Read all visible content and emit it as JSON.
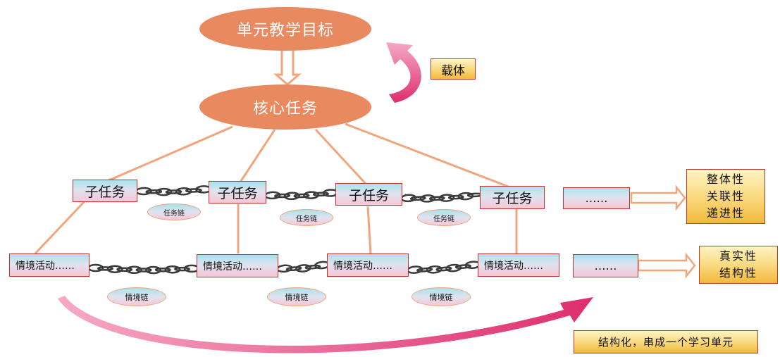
{
  "goal": "单元教学目标",
  "core_task": "核心任务",
  "carrier": "载体",
  "subtasks": [
    "子任务",
    "子任务",
    "子任务",
    "子任务"
  ],
  "activities": [
    "情境活动……",
    "情境活动……",
    "情境活动……",
    "情境活动……"
  ],
  "task_chain": "任务链",
  "situation_chain": "情境链",
  "ellipsis": "……",
  "task_props": [
    "整体性",
    "关联性",
    "递进性"
  ],
  "activity_props": [
    "真实性",
    "结构性"
  ],
  "summary": "结构化，串成一个学习单元",
  "colors": {
    "ellipse": "#e9895f",
    "connector": "#f2a47c",
    "box_border": "#c4302b",
    "arrow_magenta": "#dd2e6e",
    "arrow_pink": "#f6a9c5",
    "chain": "#3b3b3b"
  }
}
